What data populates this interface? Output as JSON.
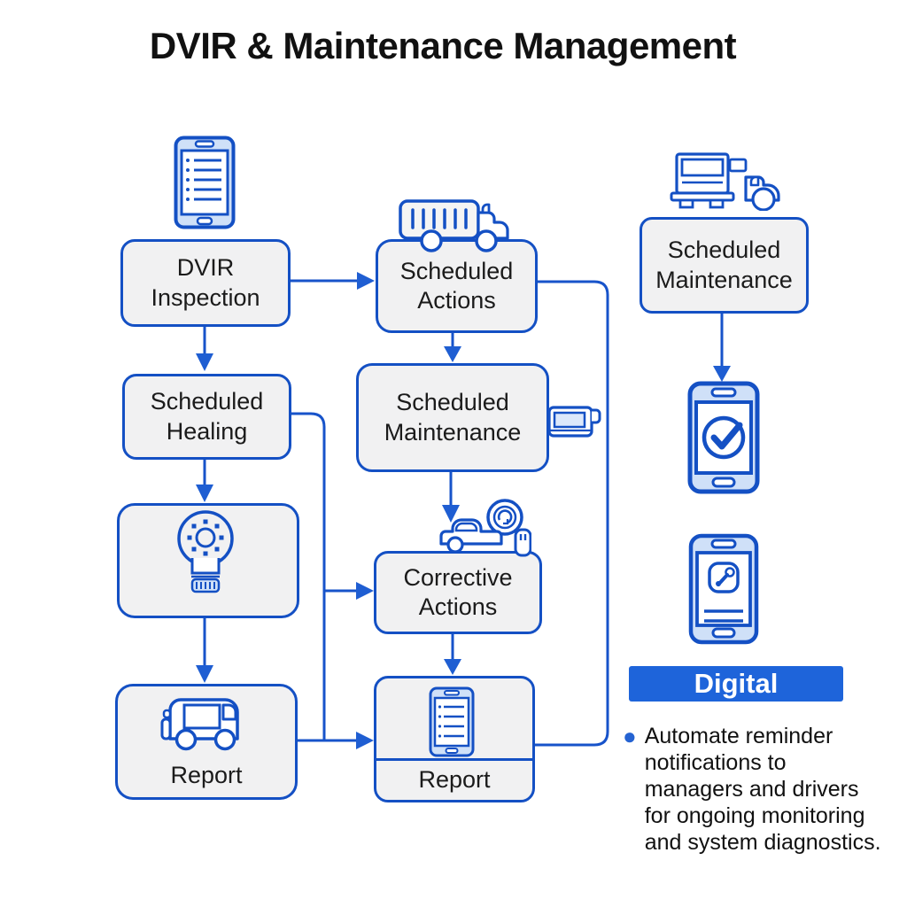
{
  "title": "DVIR & Maintenance Management",
  "colors": {
    "accent_blue": "#1450c4",
    "connector_blue": "#1753ca",
    "box_fill": "#f1f1f2",
    "icon_light_fill": "#cfe0f8",
    "banner_bg": "#1e64da",
    "banner_text": "#ffffff",
    "text": "#111111"
  },
  "nodes": {
    "dvir_inspection": {
      "label": "DVIR Inspection"
    },
    "scheduled_healing": {
      "label": "Scheduled Healing"
    },
    "report_left": {
      "label": "Report"
    },
    "scheduled_actions": {
      "label": "Scheduled Actions"
    },
    "scheduled_maintenance_mid": {
      "label": "Scheduled Maintenance"
    },
    "corrective_actions": {
      "label": "Corrective Actions"
    },
    "report_mid": {
      "label": "Report"
    },
    "scheduled_maintenance_right": {
      "label": "Scheduled Maintenance"
    }
  },
  "right_panel": {
    "banner_label": "Digital",
    "bullet_text": "Automate reminder notifications to managers and drivers for ongoing monitoring and system diagnostics."
  },
  "icons": {
    "phone_checklist": "phone-checklist-icon",
    "box_truck": "box-truck-icon",
    "semi_truck": "semi-truck-icon",
    "lightbulb": "lightbulb-icon",
    "delivery_van": "delivery-van-icon",
    "pickup_inspection": "pickup-inspection-icon",
    "card_reader": "card-reader-icon",
    "phone_report": "phone-report-icon",
    "phone_check": "phone-check-icon",
    "phone_service": "phone-service-icon"
  }
}
